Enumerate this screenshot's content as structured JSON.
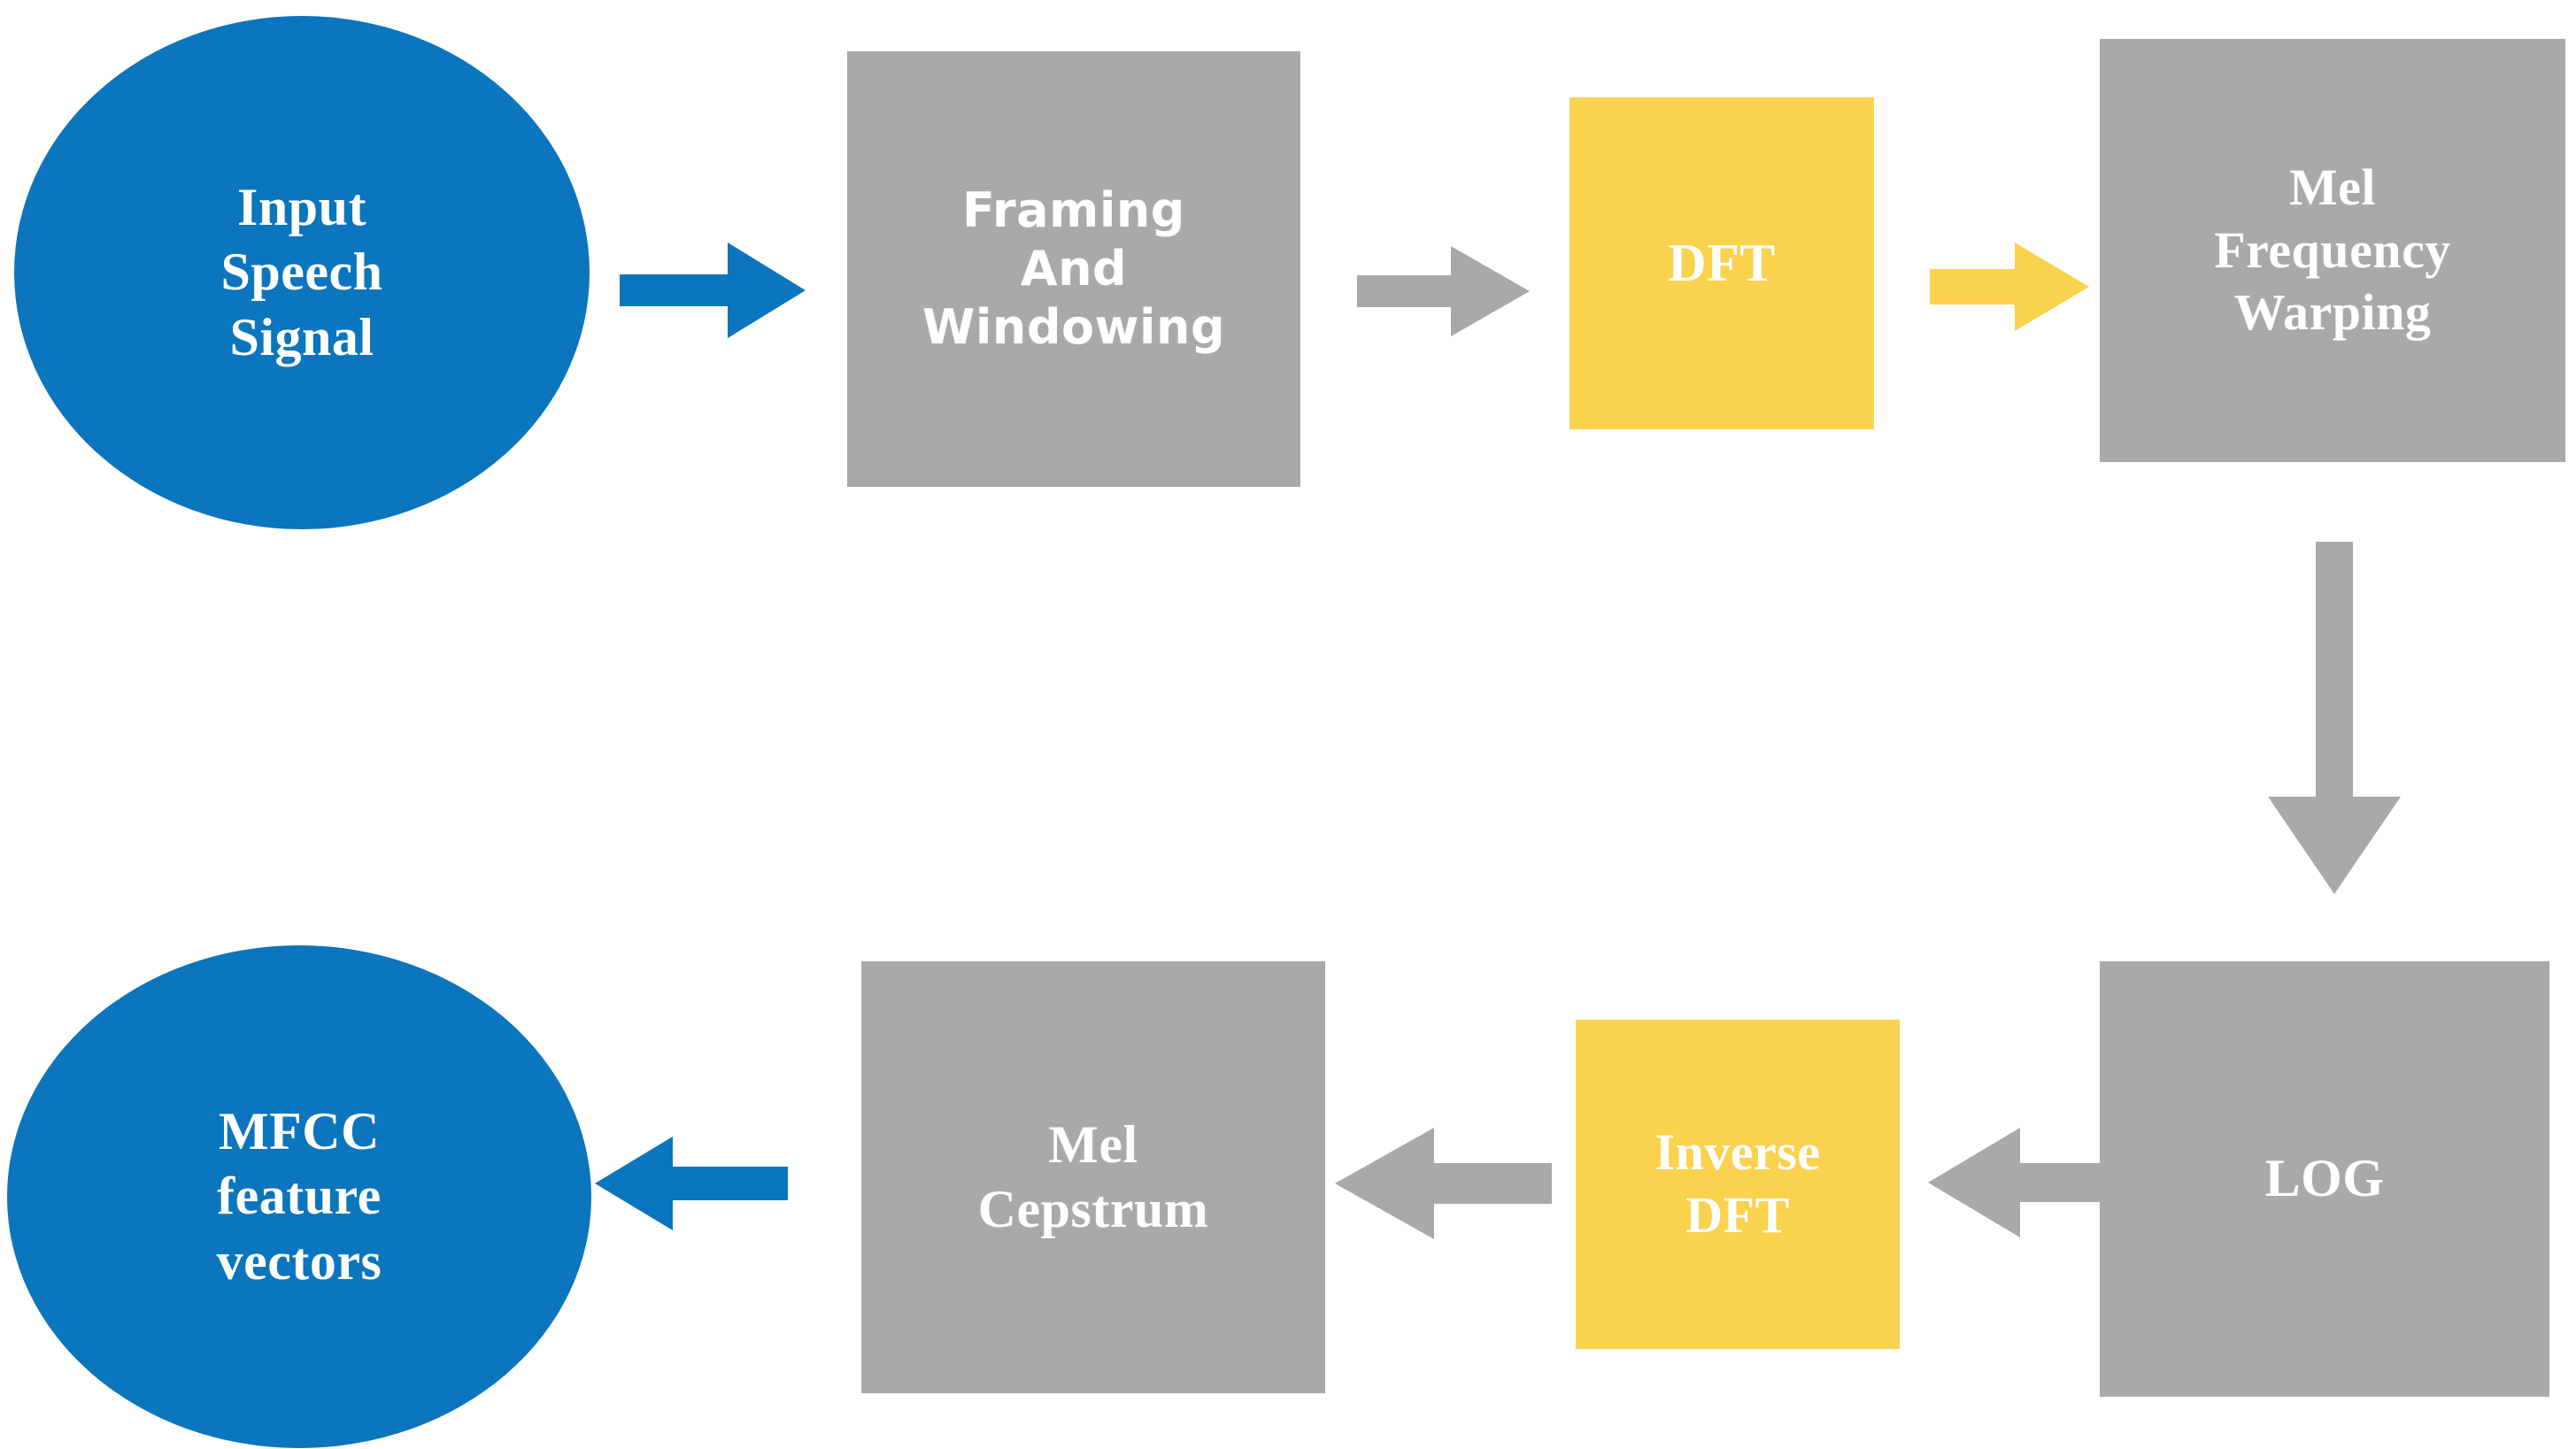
{
  "diagram": {
    "title": "MFCC feature extraction block diagram",
    "palette": {
      "blue": "#0b75bd",
      "gray": "#a9a9a9",
      "yellow": "#fbd24e",
      "text": "#ffffff",
      "background": "#ffffff"
    },
    "nodes": [
      {
        "id": "input-speech-signal",
        "label": "Input\nSpeech\nSignal",
        "shape": "ellipse",
        "color": "#0b75bd"
      },
      {
        "id": "framing-and-windowing",
        "label": "Framing\nAnd\nWindowing",
        "shape": "rect",
        "color": "#a9a9a9"
      },
      {
        "id": "dft",
        "label": "DFT",
        "shape": "rect",
        "color": "#fbd24e"
      },
      {
        "id": "mel-frequency-warping",
        "label": "Mel\nFrequency\nWarping",
        "shape": "rect",
        "color": "#a9a9a9"
      },
      {
        "id": "log",
        "label": "LOG",
        "shape": "rect",
        "color": "#a9a9a9"
      },
      {
        "id": "inverse-dft",
        "label": "Inverse\nDFT",
        "shape": "rect",
        "color": "#fbd24e"
      },
      {
        "id": "mel-cepstrum",
        "label": "Mel\nCepstrum",
        "shape": "rect",
        "color": "#a9a9a9"
      },
      {
        "id": "mfcc-feature-vectors",
        "label": "MFCC\nfeature\nvectors",
        "shape": "ellipse",
        "color": "#0b75bd"
      }
    ],
    "arrows": [
      {
        "id": "input-to-framing",
        "from": "input-speech-signal",
        "to": "framing-and-windowing",
        "direction": "right",
        "color": "#0b75bd"
      },
      {
        "id": "framing-to-dft",
        "from": "framing-and-windowing",
        "to": "dft",
        "direction": "right",
        "color": "#a9a9a9"
      },
      {
        "id": "dft-to-mel-warping",
        "from": "dft",
        "to": "mel-frequency-warping",
        "direction": "right",
        "color": "#fbd24e"
      },
      {
        "id": "mel-warping-to-log",
        "from": "mel-frequency-warping",
        "to": "log",
        "direction": "down",
        "color": "#a9a9a9"
      },
      {
        "id": "log-to-inverse-dft",
        "from": "log",
        "to": "inverse-dft",
        "direction": "left",
        "color": "#a9a9a9"
      },
      {
        "id": "inverse-dft-to-mel-cepstrum",
        "from": "inverse-dft",
        "to": "mel-cepstrum",
        "direction": "left",
        "color": "#a9a9a9"
      },
      {
        "id": "mel-cepstrum-to-mfcc",
        "from": "mel-cepstrum",
        "to": "mfcc-feature-vectors",
        "direction": "left",
        "color": "#0b75bd"
      }
    ]
  }
}
